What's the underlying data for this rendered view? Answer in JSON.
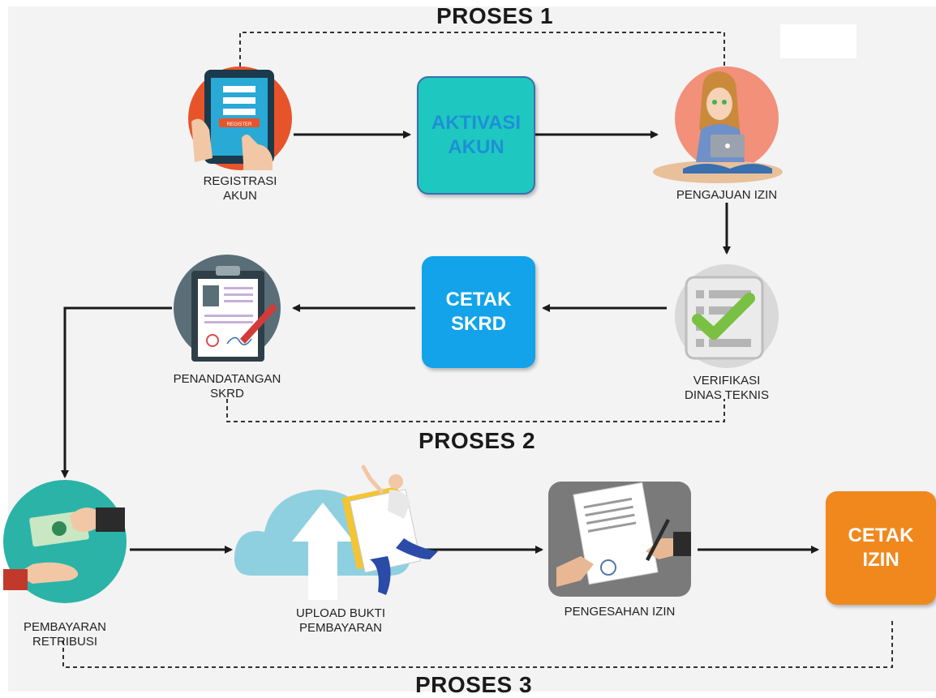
{
  "headings": {
    "proses1": "PROSES 1",
    "proses2": "PROSES 2",
    "proses3": "PROSES 3"
  },
  "steps": {
    "registrasi": {
      "line1": "REGISTRASI",
      "line2": "AKUN",
      "icon": "tablet-register-icon",
      "badge": "REGISTER"
    },
    "aktivasi": {
      "line1": "AKTIVASI",
      "line2": "AKUN"
    },
    "pengajuan": {
      "line1": "PENGAJUAN IZIN",
      "icon": "woman-laptop-icon"
    },
    "verifikasi": {
      "line1": "VERIFIKASI",
      "line2": "DINAS TEKNIS",
      "icon": "checklist-icon"
    },
    "cetak_skrd": {
      "line1": "CETAK",
      "line2": "SKRD"
    },
    "penandatangan": {
      "line1": "PENANDATANGAN",
      "line2": "SKRD",
      "icon": "clipboard-sign-icon"
    },
    "pembayaran": {
      "line1": "PEMBAYARAN",
      "line2": "RETRIBUSI",
      "icon": "money-hands-icon"
    },
    "upload": {
      "line1": "UPLOAD BUKTI",
      "line2": "PEMBAYARAN",
      "icon": "cloud-upload-icon"
    },
    "pengesahan": {
      "line1": "PENGESAHAN IZIN",
      "icon": "document-handshake-icon"
    },
    "cetak_izin": {
      "line1": "CETAK",
      "line2": "IZIN"
    }
  },
  "colors": {
    "aktivasi_box": "#1ec8c0",
    "aktivasi_text": "#1e8fd6",
    "cetak_skrd_box": "#12a3ea",
    "cetak_izin_box": "#f0881e",
    "registrasi_circle": "#e8542a",
    "pengajuan_circle": "#f2907a",
    "verifikasi_circle": "#d9d9d9",
    "penandatangan_circle": "#5a6e78",
    "pembayaran_circle": "#2bb3a8",
    "upload_cloud": "#8fd0e0",
    "pengesahan_tile": "#7a7a7a",
    "arrow": "#1a1a1a"
  }
}
